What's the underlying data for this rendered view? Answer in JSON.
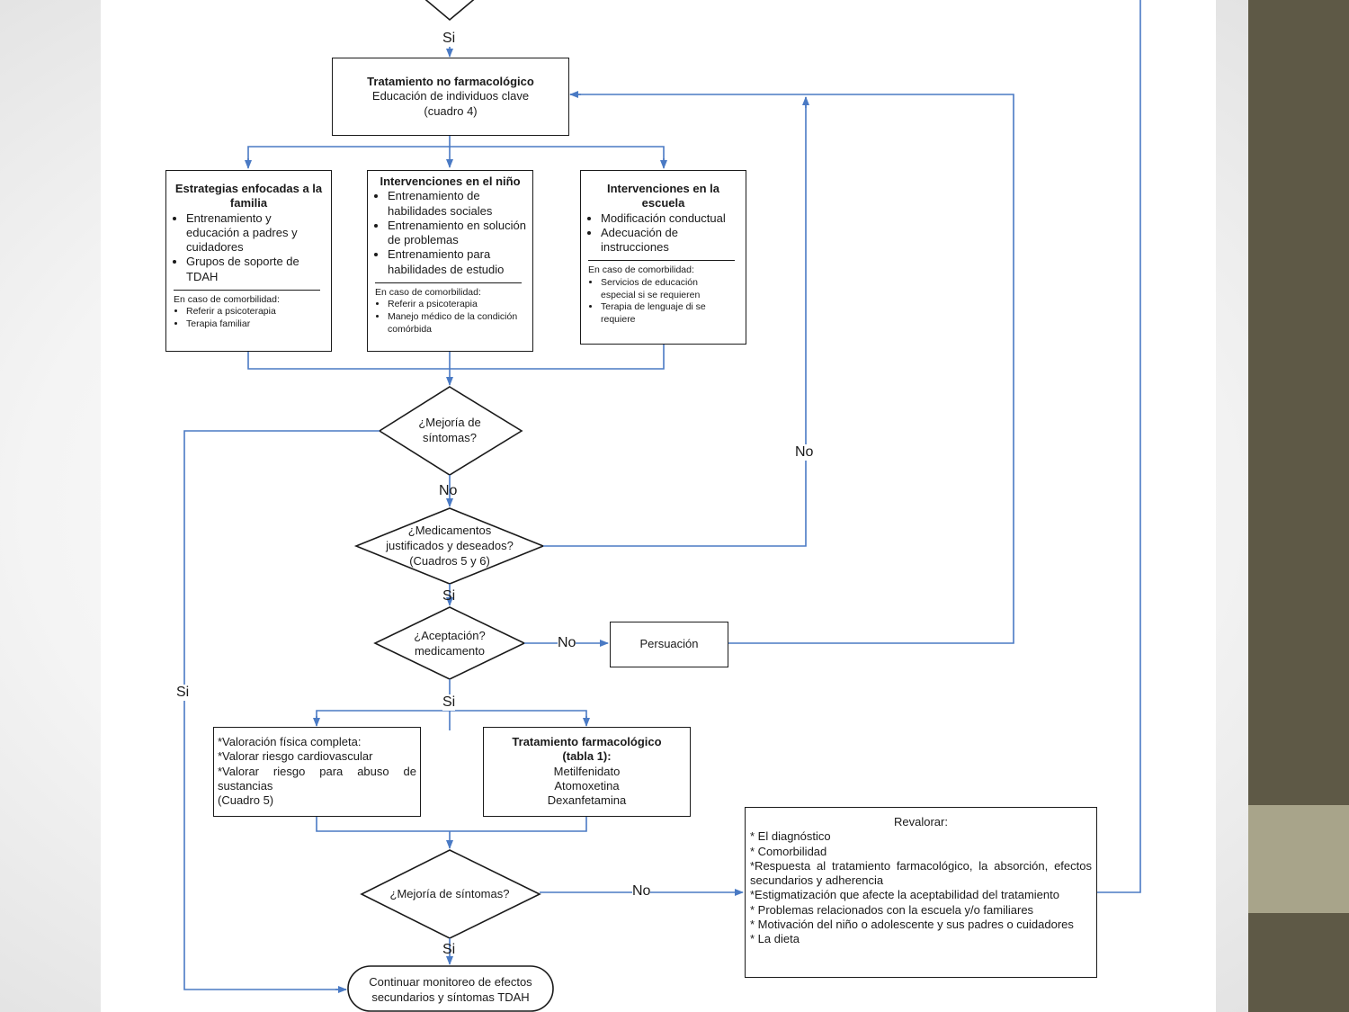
{
  "slide": {
    "colors": {
      "band_dark": "#5e5946",
      "band_light": "#a8a48a",
      "arrow": "#4a7ac4",
      "border": "#1a1a1a"
    }
  },
  "flowchart": {
    "nonpharm": {
      "title": "Tratamiento no farmacológico",
      "line1": "Educación de individuos clave",
      "line2": "(cuadro 4)"
    },
    "family": {
      "title": "Estrategias enfocadas a la familia",
      "items": [
        "Entrenamiento y educación a padres y cuidadores",
        "Grupos de soporte de TDAH"
      ],
      "comorb_heading": "En caso de comorbilidad:",
      "comorb_items": [
        "Referir a psicoterapia",
        "Terapia familiar"
      ]
    },
    "child": {
      "title": "Intervenciones en el niño",
      "items": [
        "Entrenamiento de habilidades sociales",
        "Entrenamiento en solución de problemas",
        "Entrenamiento para habilidades de estudio"
      ],
      "comorb_heading": "En caso de comorbilidad:",
      "comorb_items": [
        "Referir a psicoterapia",
        "Manejo médico de la condición comórbida"
      ]
    },
    "school": {
      "title": "Intervenciones en la escuela",
      "items": [
        "Modificación conductual",
        "Adecuación de instrucciones"
      ],
      "comorb_heading": "En caso de comorbilidad:",
      "comorb_items": [
        "Servicios de educación especial si se requieren",
        "Terapia de lenguaje di se requiere"
      ]
    },
    "decision_improve1": {
      "line1": "¿Mejoría de",
      "line2": "síntomas?"
    },
    "decision_meds": {
      "line1": "¿Medicamentos",
      "line2": "justificados y deseados?",
      "line3": "(Cuadros 5 y 6)"
    },
    "decision_accept": {
      "line1": "¿Aceptación?",
      "line2": "medicamento"
    },
    "persuasion": {
      "label": "Persuación"
    },
    "assessment": {
      "line1": "*Valoración física completa:",
      "line2": "*Valorar riesgo cardiovascular",
      "line3": "*Valorar riesgo para abuso de sustancias",
      "line4": "(Cuadro 5)"
    },
    "pharm": {
      "title": "Tratamiento farmacológico",
      "title2": "(tabla 1):",
      "drugs": [
        "Metilfenidato",
        "Atomoxetina",
        "Dexanfetamina"
      ]
    },
    "decision_improve2": {
      "label": "¿Mejoría de síntomas?"
    },
    "reevaluate": {
      "heading": "Revalorar:",
      "items": [
        "* El diagnóstico",
        "* Comorbilidad",
        "*Respuesta al tratamiento farmacológico, la absorción, efectos secundarios y adherencia",
        "*Estigmatización que afecte la aceptabilidad del tratamiento",
        "* Problemas relacionados con la escuela y/o familiares",
        "* Motivación del niño o adolescente y sus padres o cuidadores",
        "* La dieta"
      ]
    },
    "continue": {
      "line1": "Continuar monitoreo de efectos",
      "line2": "secundarios y síntomas TDAH"
    },
    "labels": {
      "si_top": "Si",
      "no_meds_back": "No",
      "no_improve1": "No",
      "si_meds": "Si",
      "no_accept": "No",
      "si_left": "Si",
      "si_accept": "Si",
      "no_improve2": "No",
      "si_improve2": "Si"
    }
  }
}
